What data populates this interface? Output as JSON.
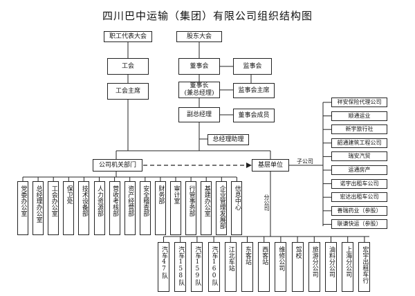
{
  "title": "四川巴中运输（集团）有限公司组织结构图",
  "top": {
    "staff_congress": "职工代表大会",
    "union": "工会",
    "union_chair": "工会主席",
    "shareholders": "股东大会",
    "board": "董事会",
    "chairman": "董事长\n(兼总经理)",
    "supervisors": "监事会",
    "supervisor_chair": "监事会主席",
    "deputy_gm": "副总经理",
    "board_members": "董事会成员",
    "gm_assistant": "总经理助理"
  },
  "hq": {
    "label": "公司机关部门",
    "departments": [
      "党委办公室",
      "总经理办公室",
      "工会办公室",
      "保卫处",
      "技术设备部",
      "人力资源部",
      "营收考核部",
      "资产经营部",
      "安全稽查部",
      "财务部",
      "审计室",
      "行管事务部",
      "基建办公室",
      "企业管理发展部",
      "信息中心"
    ]
  },
  "base": {
    "label": "基层单位",
    "subsidiary_label": "子公司",
    "branch_label": "分公司",
    "subsidiaries": [
      "祥安保险代理公司",
      "顺通运业",
      "新宇旅行社",
      "韶通建筑工程公司",
      "瑞安汽贸",
      "运通房产",
      "诺宇出租车公司",
      "宏达出租车公司",
      "善瑞药业（参股）",
      "联谦快运（参股）"
    ],
    "branches": [
      "汽车47队",
      "汽车158队",
      "汽车159队",
      "汽车160队",
      "江北车站",
      "东客站",
      "西客站",
      "维修公司",
      "驾校",
      "旅游分公司",
      "油料分公司",
      "上海分公司",
      "宏宇出租车行"
    ]
  }
}
